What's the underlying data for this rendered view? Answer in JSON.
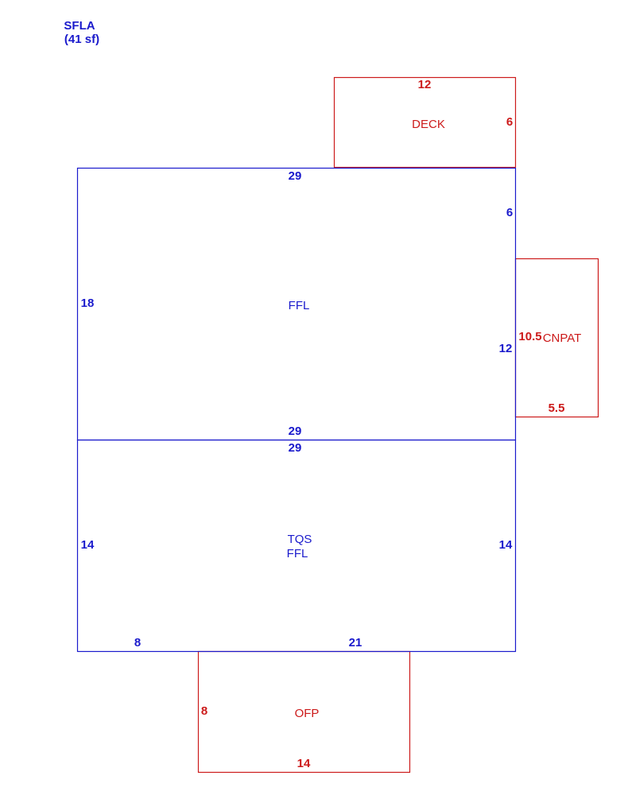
{
  "colors": {
    "living": "#1a1acc",
    "exterior": "#cc1a1a"
  },
  "summary": {
    "line1": "SFLA",
    "line2": "(41 sf)"
  },
  "deck": {
    "label": "DECK",
    "top": "12",
    "right": "6"
  },
  "ffl_upper": {
    "label": "FFL",
    "top": "29",
    "right_upper": "6",
    "left": "18",
    "right_lower": "12",
    "bottom": "29"
  },
  "cnpat": {
    "label": "CNPAT",
    "left": "10.5",
    "bottom": "5.5"
  },
  "tqs": {
    "label1": "TQS",
    "label2": "FFL",
    "top": "29",
    "left": "14",
    "right": "14",
    "bottom_left": "8",
    "bottom_right": "21"
  },
  "ofp": {
    "label": "OFP",
    "left": "8",
    "bottom": "14"
  }
}
